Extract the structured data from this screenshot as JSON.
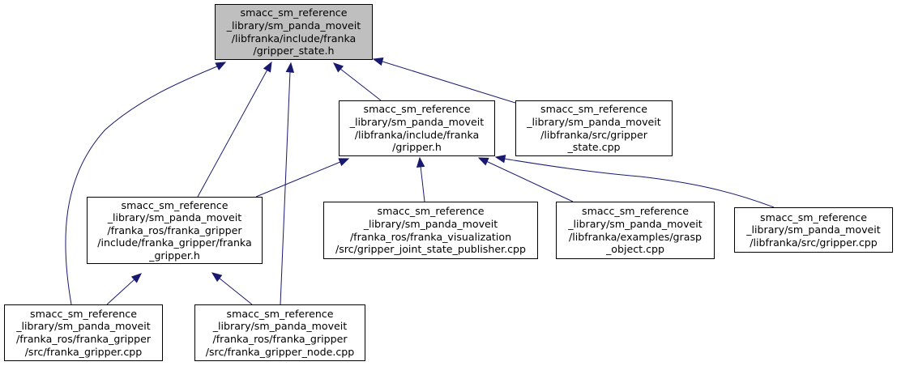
{
  "graph": {
    "edge_color": "#191970",
    "root_fill": "#bfbfbf",
    "node_fill": "#ffffff",
    "nodes": {
      "gripper_state_h": {
        "label": "smacc_sm_reference\n_library/sm_panda_moveit\n/libfranka/include/franka\n/gripper_state.h"
      },
      "gripper_h": {
        "label": "smacc_sm_reference\n_library/sm_panda_moveit\n/libfranka/include/franka\n/gripper.h"
      },
      "gripper_state_cpp": {
        "label": "smacc_sm_reference\n_library/sm_panda_moveit\n/libfranka/src/gripper\n_state.cpp"
      },
      "franka_gripper_h": {
        "label": "smacc_sm_reference\n_library/sm_panda_moveit\n/franka_ros/franka_gripper\n/include/franka_gripper/franka\n_gripper.h"
      },
      "gripper_joint_state_publisher_cpp": {
        "label": "smacc_sm_reference\n_library/sm_panda_moveit\n/franka_ros/franka_visualization\n/src/gripper_joint_state_publisher.cpp"
      },
      "grasp_object_cpp": {
        "label": "smacc_sm_reference\n_library/sm_panda_moveit\n/libfranka/examples/grasp\n_object.cpp"
      },
      "gripper_cpp": {
        "label": "smacc_sm_reference\n_library/sm_panda_moveit\n/libfranka/src/gripper.cpp"
      },
      "franka_gripper_cpp": {
        "label": "smacc_sm_reference\n_library/sm_panda_moveit\n/franka_ros/franka_gripper\n/src/franka_gripper.cpp"
      },
      "franka_gripper_node_cpp": {
        "label": "smacc_sm_reference\n_library/sm_panda_moveit\n/franka_ros/franka_gripper\n/src/franka_gripper_node.cpp"
      }
    },
    "edges": [
      {
        "from": "gripper_h",
        "to": "gripper_state_h"
      },
      {
        "from": "gripper_state_cpp",
        "to": "gripper_state_h"
      },
      {
        "from": "franka_gripper_h",
        "to": "gripper_state_h"
      },
      {
        "from": "franka_gripper_cpp",
        "to": "gripper_state_h"
      },
      {
        "from": "franka_gripper_node_cpp",
        "to": "gripper_state_h"
      },
      {
        "from": "franka_gripper_h",
        "to": "gripper_h"
      },
      {
        "from": "gripper_joint_state_publisher_cpp",
        "to": "gripper_h"
      },
      {
        "from": "grasp_object_cpp",
        "to": "gripper_h"
      },
      {
        "from": "gripper_cpp",
        "to": "gripper_h"
      },
      {
        "from": "franka_gripper_cpp",
        "to": "franka_gripper_h"
      },
      {
        "from": "franka_gripper_node_cpp",
        "to": "franka_gripper_h"
      }
    ]
  }
}
